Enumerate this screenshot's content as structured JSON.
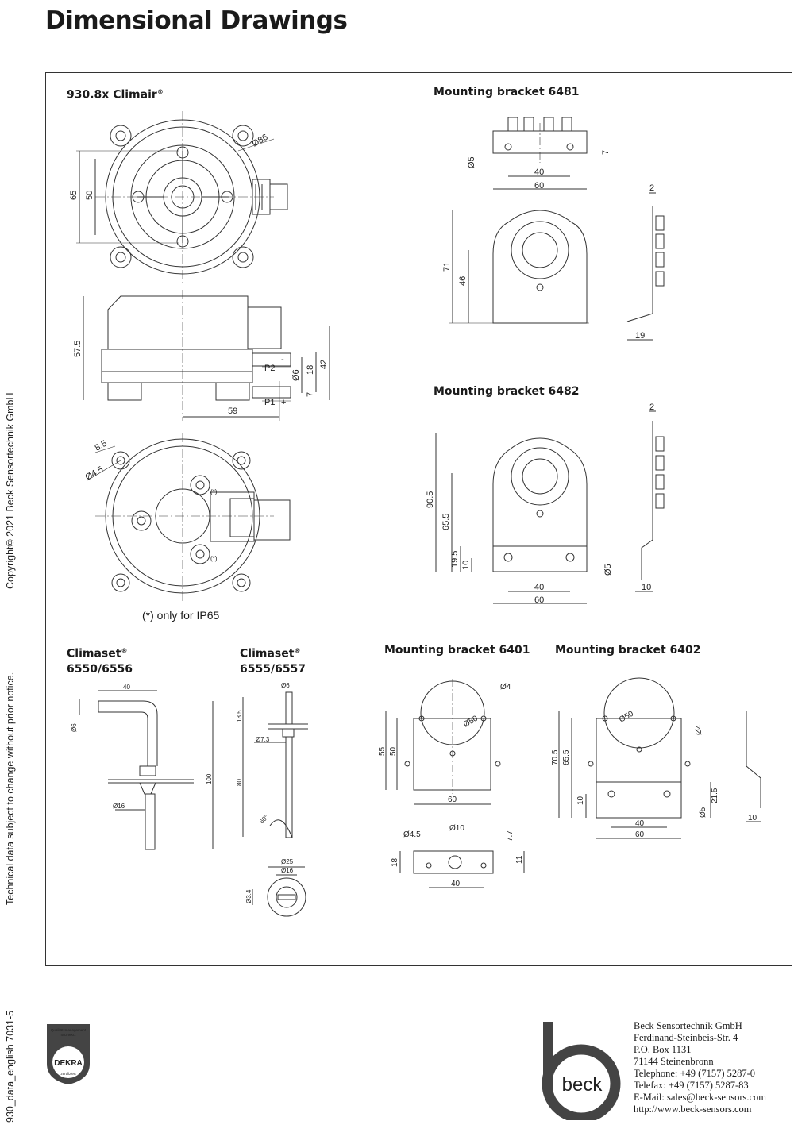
{
  "page_title": "Dimensional Drawings",
  "side_texts": {
    "copyright": "Copyright© 2021 Beck Sensortechnik GmbH",
    "technical": "Technical data subject to change without prior notice.",
    "doc_ref": "930_data_english 7031-5"
  },
  "sections": {
    "climair": "930.8x Climair",
    "bracket_6481": "Mounting bracket 6481",
    "bracket_6482": "Mounting bracket 6482",
    "climaset_a_line1": "Climaset",
    "climaset_a_line2": "6550/6556",
    "climaset_b_line1": "Climaset",
    "climaset_b_line2": "6555/6557",
    "bracket_6401": "Mounting bracket 6401",
    "bracket_6402": "Mounting bracket 6402",
    "registered": "®"
  },
  "note_ip65": "(*) only for IP65",
  "dims": {
    "d86": "Ø86",
    "d65": "65",
    "d50": "50",
    "d575": "57.5",
    "d59": "59",
    "d42": "42",
    "d18": "18",
    "d7": "7",
    "d6": "Ø6",
    "p2": "P2",
    "p1": "P1",
    "minus": "-",
    "plus": "+",
    "d85": "8.5",
    "d45": "Ø4.5",
    "star": "(*)",
    "b81_40": "40",
    "b81_60": "60",
    "b81_5": "Ø5",
    "b81_7": "7",
    "b81_71": "71",
    "b81_46": "46",
    "b81_2": "2",
    "b81_19": "19",
    "b82_905": "90.5",
    "b82_655": "65.5",
    "b82_195": "19.5",
    "b82_10": "10",
    "b82_40": "40",
    "b82_60": "60",
    "b82_5": "Ø5",
    "b82_2": "2",
    "b82_10s": "10",
    "ca_40": "40",
    "ca_6": "Ø6",
    "ca_100": "100",
    "ca_16": "Ø16",
    "cb_6": "Ø6",
    "cb_185": "18.5",
    "cb_73": "Ø7.3",
    "cb_80": "80",
    "cb_60": "60°",
    "cb_25": "Ø25",
    "cb_16": "Ø16",
    "cb_34": "Ø3.4",
    "b01_4": "Ø4",
    "b01_50": "Ø50",
    "b01_55": "55",
    "b01_50v": "50",
    "b01_60": "60",
    "b01_45": "Ø4.5",
    "b01_10": "Ø10",
    "b01_77": "7.7",
    "b01_18": "18",
    "b01_11": "11",
    "b01_40": "40",
    "b02_50": "Ø50",
    "b02_4": "Ø4",
    "b02_705": "70.5",
    "b02_655": "65.5",
    "b02_10": "10",
    "b02_40": "40",
    "b02_60": "60",
    "b02_215": "21.5",
    "b02_5": "Ø5",
    "b02_10s": "10"
  },
  "company": {
    "logo_text": "beck",
    "name": "Beck Sensortechnik GmbH",
    "street": "Ferdinand-Steinbeis-Str. 4",
    "pobox": "P.O. Box 1131",
    "city": "71144 Steinenbronn",
    "telephone": "Telephone: +49 (7157) 5287-0",
    "telefax": "Telefax: +49 (7157) 5287-83",
    "email": "E-Mail: sales@beck-sensors.com",
    "web": "http://www.beck-sensors.com"
  },
  "dekra": {
    "line1": "Qualitätsmanagement",
    "line2": "ISO 9001",
    "brand": "DEKRA",
    "line3": "zertifiziert"
  }
}
